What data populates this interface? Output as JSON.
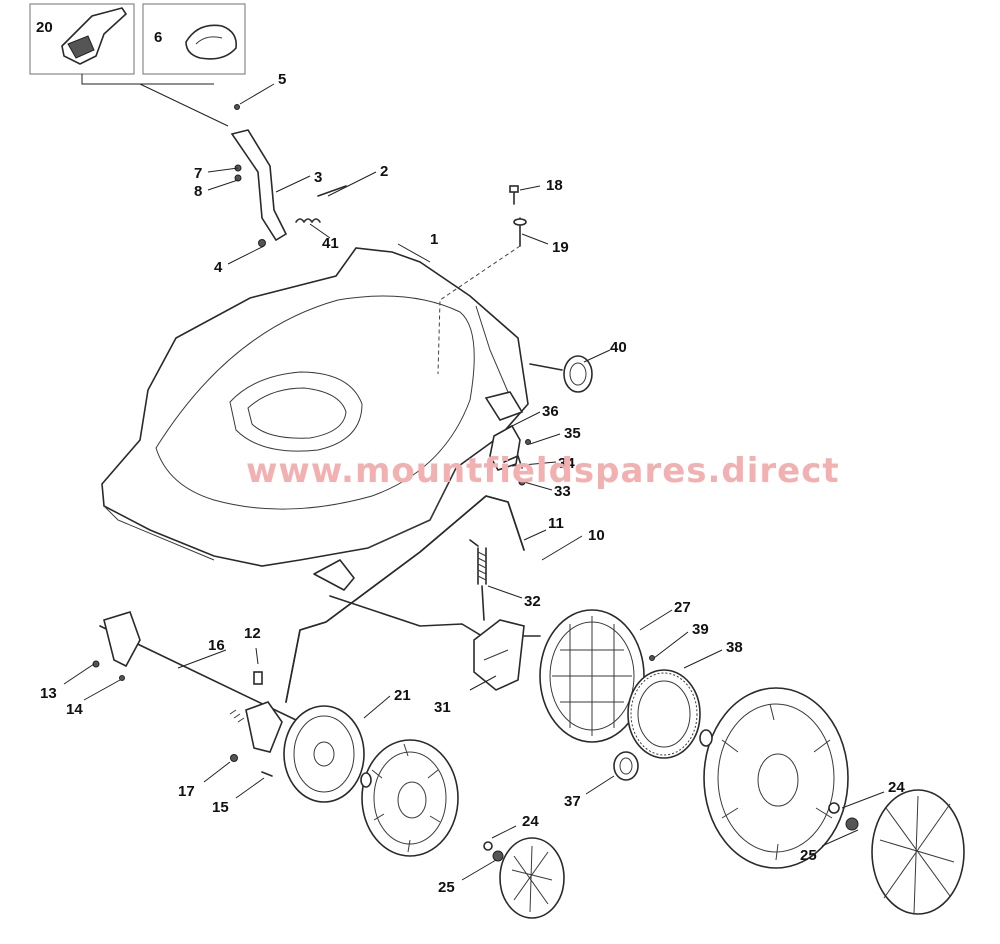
{
  "watermark": "www.mountfieldspares.direct",
  "colors": {
    "line": "#2a2a2a",
    "watermark": "#f3b0b0",
    "background": "#ffffff"
  },
  "callouts": {
    "p1": "1",
    "p2": "2",
    "p3": "3",
    "p4": "4",
    "p5": "5",
    "p6": "6",
    "p7": "7",
    "p8": "8",
    "p10": "10",
    "p11": "11",
    "p12": "12",
    "p13": "13",
    "p14": "14",
    "p15": "15",
    "p16": "16",
    "p17": "17",
    "p18": "18",
    "p19": "19",
    "p20": "20",
    "p21": "21",
    "p24a": "24",
    "p24b": "24",
    "p25a": "25",
    "p25b": "25",
    "p27": "27",
    "p31": "31",
    "p32": "32",
    "p33": "33",
    "p34": "34",
    "p35": "35",
    "p36": "36",
    "p37": "37",
    "p38": "38",
    "p39": "39",
    "p40": "40",
    "p41": "41"
  }
}
